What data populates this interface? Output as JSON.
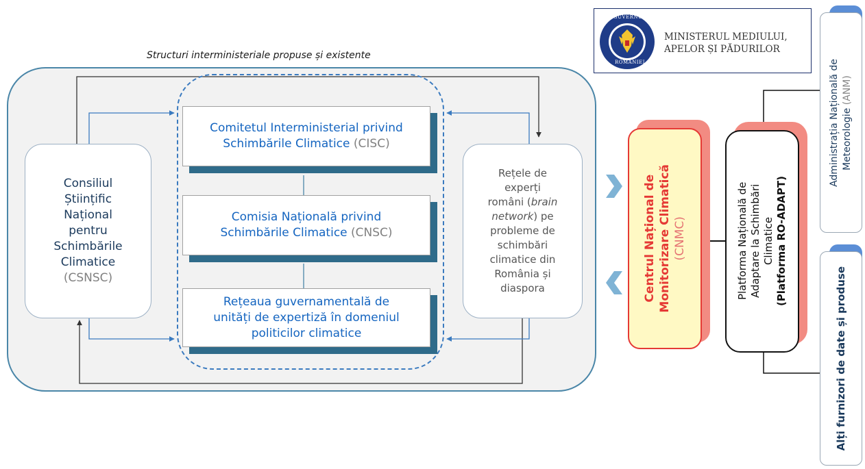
{
  "title": "Structuri interministeriale propuse și existente",
  "csnsc": {
    "lines": [
      "Consiliul",
      "Științific",
      "Național",
      "pentru",
      "Schimbările",
      "Climatice"
    ],
    "abbr": "(CSNSC)"
  },
  "cisc": {
    "line1": "Comitetul Interministerial privind",
    "line2": "Schimbările Climatice",
    "abbr": "(CISC)"
  },
  "cnsc": {
    "line1": "Comisia Națională privind",
    "line2": "Schimbările Climatice",
    "abbr": "(CNSC)"
  },
  "retea_guv": {
    "line1": "Rețeaua guvernamentală de",
    "line2": "unități de expertiză în domeniul",
    "line3": "politicilor climatice"
  },
  "experti": {
    "l1": "Rețele de",
    "l2": "experți",
    "l3a": "români (",
    "l3b": "brain",
    "l4a": "network",
    "l4b": ") pe",
    "l5": "probleme de",
    "l6": "schimbări",
    "l7": "climatice din",
    "l8": "România și",
    "l9": "diaspora"
  },
  "cnmc": {
    "line1": "Centrul Național de",
    "line2": "Monitorizare Climatică",
    "abbr": "(CNMC)"
  },
  "platforma": {
    "line1": "Platforma Națională de",
    "line2": "Adaptare la Schimbări",
    "line3": "Climatice",
    "line4": "(Platforma RO-ADAPT)"
  },
  "anm": {
    "line1": "Administrația Națională de",
    "line2": "Meteorologie",
    "abbr": "(ANM)"
  },
  "alti": {
    "label": "Alți furnizori de date și produse"
  },
  "ministry": {
    "line1": "MINISTERUL MEDIULUI,",
    "line2": "APELOR ȘI PĂDURILOR",
    "seal_top": "GUVERNUL",
    "seal_bottom": "ROMÂNIEI"
  },
  "colors": {
    "accent": "#1565c0",
    "cnmc_red": "#e53935",
    "cnmc_fill": "#fff9c4",
    "shadow": "#2f6b8a",
    "chevron": "#7fb3d5"
  }
}
